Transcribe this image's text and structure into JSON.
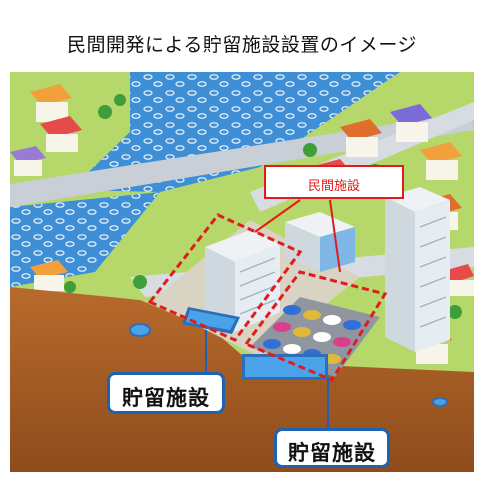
{
  "title": "民間開発による貯留施設設置のイメージ",
  "callout": {
    "label": "民間施設"
  },
  "storage_labels": [
    "貯留施設",
    "貯留施設"
  ],
  "colors": {
    "river": "#3f8fd6",
    "soil": "#a85f26",
    "grass": "#b6d86a",
    "road": "#c9cfd6",
    "dashed_outline": "#e01c1c",
    "label_border": "#1e63b3",
    "tank_water": "#4aa3e8"
  }
}
